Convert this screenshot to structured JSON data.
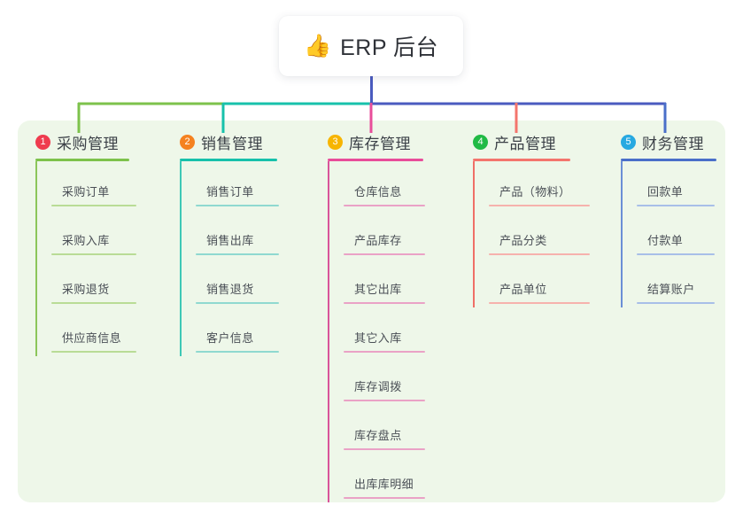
{
  "diagram": {
    "type": "mind-map",
    "background_color": "#ffffff",
    "panel_color": "#eef7e9",
    "root": {
      "icon": "thumbs-up-emoji",
      "emoji": "👍",
      "title": "ERP 后台",
      "card_color": "#ffffff",
      "stem_color": "#4a5bbf"
    },
    "trunk": {
      "segments": [
        {
          "color": "#7dc24b"
        },
        {
          "color": "#17c1ab"
        },
        {
          "color": "#4a5bbf"
        }
      ]
    },
    "branches": [
      {
        "number": "1",
        "label": "采购管理",
        "badge_color": "#ef3b4e",
        "rule_color": "#7dc24b",
        "spine_color": "#8cc65a",
        "child_rule_color": "#b9dc96",
        "drop_color": "#7dc24b",
        "children": [
          {
            "label": "采购订单"
          },
          {
            "label": "采购入库"
          },
          {
            "label": "采购退货"
          },
          {
            "label": "供应商信息"
          }
        ]
      },
      {
        "number": "2",
        "label": "销售管理",
        "badge_color": "#f58220",
        "rule_color": "#17c1ab",
        "spine_color": "#3ec8b6",
        "child_rule_color": "#8fd9d0",
        "drop_color": "#17c1ab",
        "children": [
          {
            "label": "销售订单"
          },
          {
            "label": "销售出库"
          },
          {
            "label": "销售退货"
          },
          {
            "label": "客户信息"
          }
        ]
      },
      {
        "number": "3",
        "label": "库存管理",
        "badge_color": "#f7b500",
        "rule_color": "#e84d9a",
        "spine_color": "#d9549a",
        "child_rule_color": "#eaa2c6",
        "drop_color": "#e84d9a",
        "children": [
          {
            "label": "仓库信息"
          },
          {
            "label": "产品库存"
          },
          {
            "label": "其它出库"
          },
          {
            "label": "其它入库"
          },
          {
            "label": "库存调拨"
          },
          {
            "label": "库存盘点"
          },
          {
            "label": "出库库明细"
          }
        ]
      },
      {
        "number": "4",
        "label": "产品管理",
        "badge_color": "#21ba45",
        "rule_color": "#f4756d",
        "spine_color": "#ef6f67",
        "child_rule_color": "#f6b2ad",
        "drop_color": "#f4756d",
        "children": [
          {
            "label": "产品（物料）"
          },
          {
            "label": "产品分类"
          },
          {
            "label": "产品单位"
          }
        ]
      },
      {
        "number": "5",
        "label": "财务管理",
        "badge_color": "#27a9e1",
        "rule_color": "#4a6fc9",
        "spine_color": "#6b8fd6",
        "child_rule_color": "#a8bfe8",
        "drop_color": "#4a6fc9",
        "children": [
          {
            "label": "回款单"
          },
          {
            "label": "付款单"
          },
          {
            "label": "结算账户"
          }
        ]
      }
    ]
  }
}
